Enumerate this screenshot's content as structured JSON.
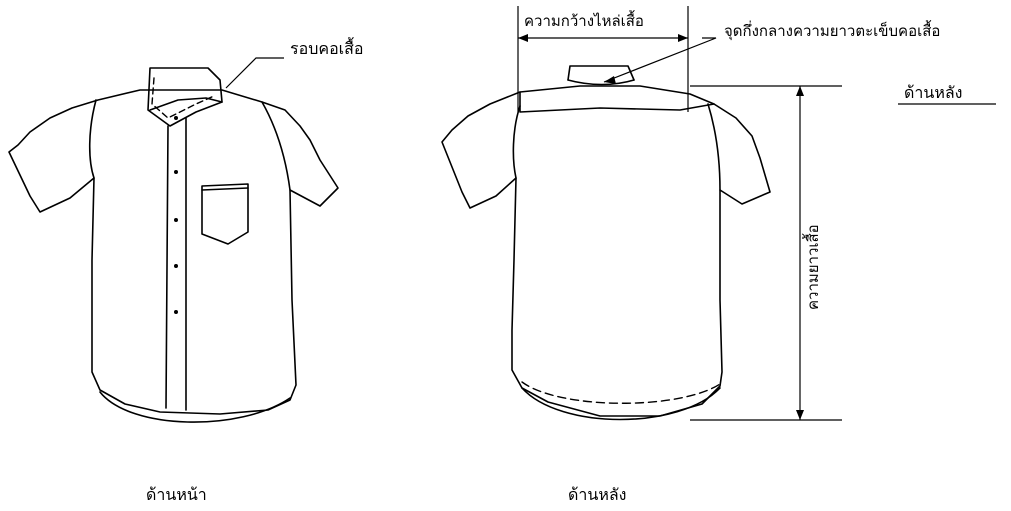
{
  "labels": {
    "collar_circumference": "รอบคอเสื้อ",
    "shoulder_width": "ความกว้างไหล่เสื้อ",
    "collar_seam_midpoint": "จุดกึ่งกลางความยาวตะเข็บคอเสื้อ",
    "back_side_note": "ด้านหลัง",
    "shirt_length": "ความยาวเสื้อ",
    "front_caption": "ด้านหน้า",
    "back_caption": "ด้านหลัง"
  }
}
